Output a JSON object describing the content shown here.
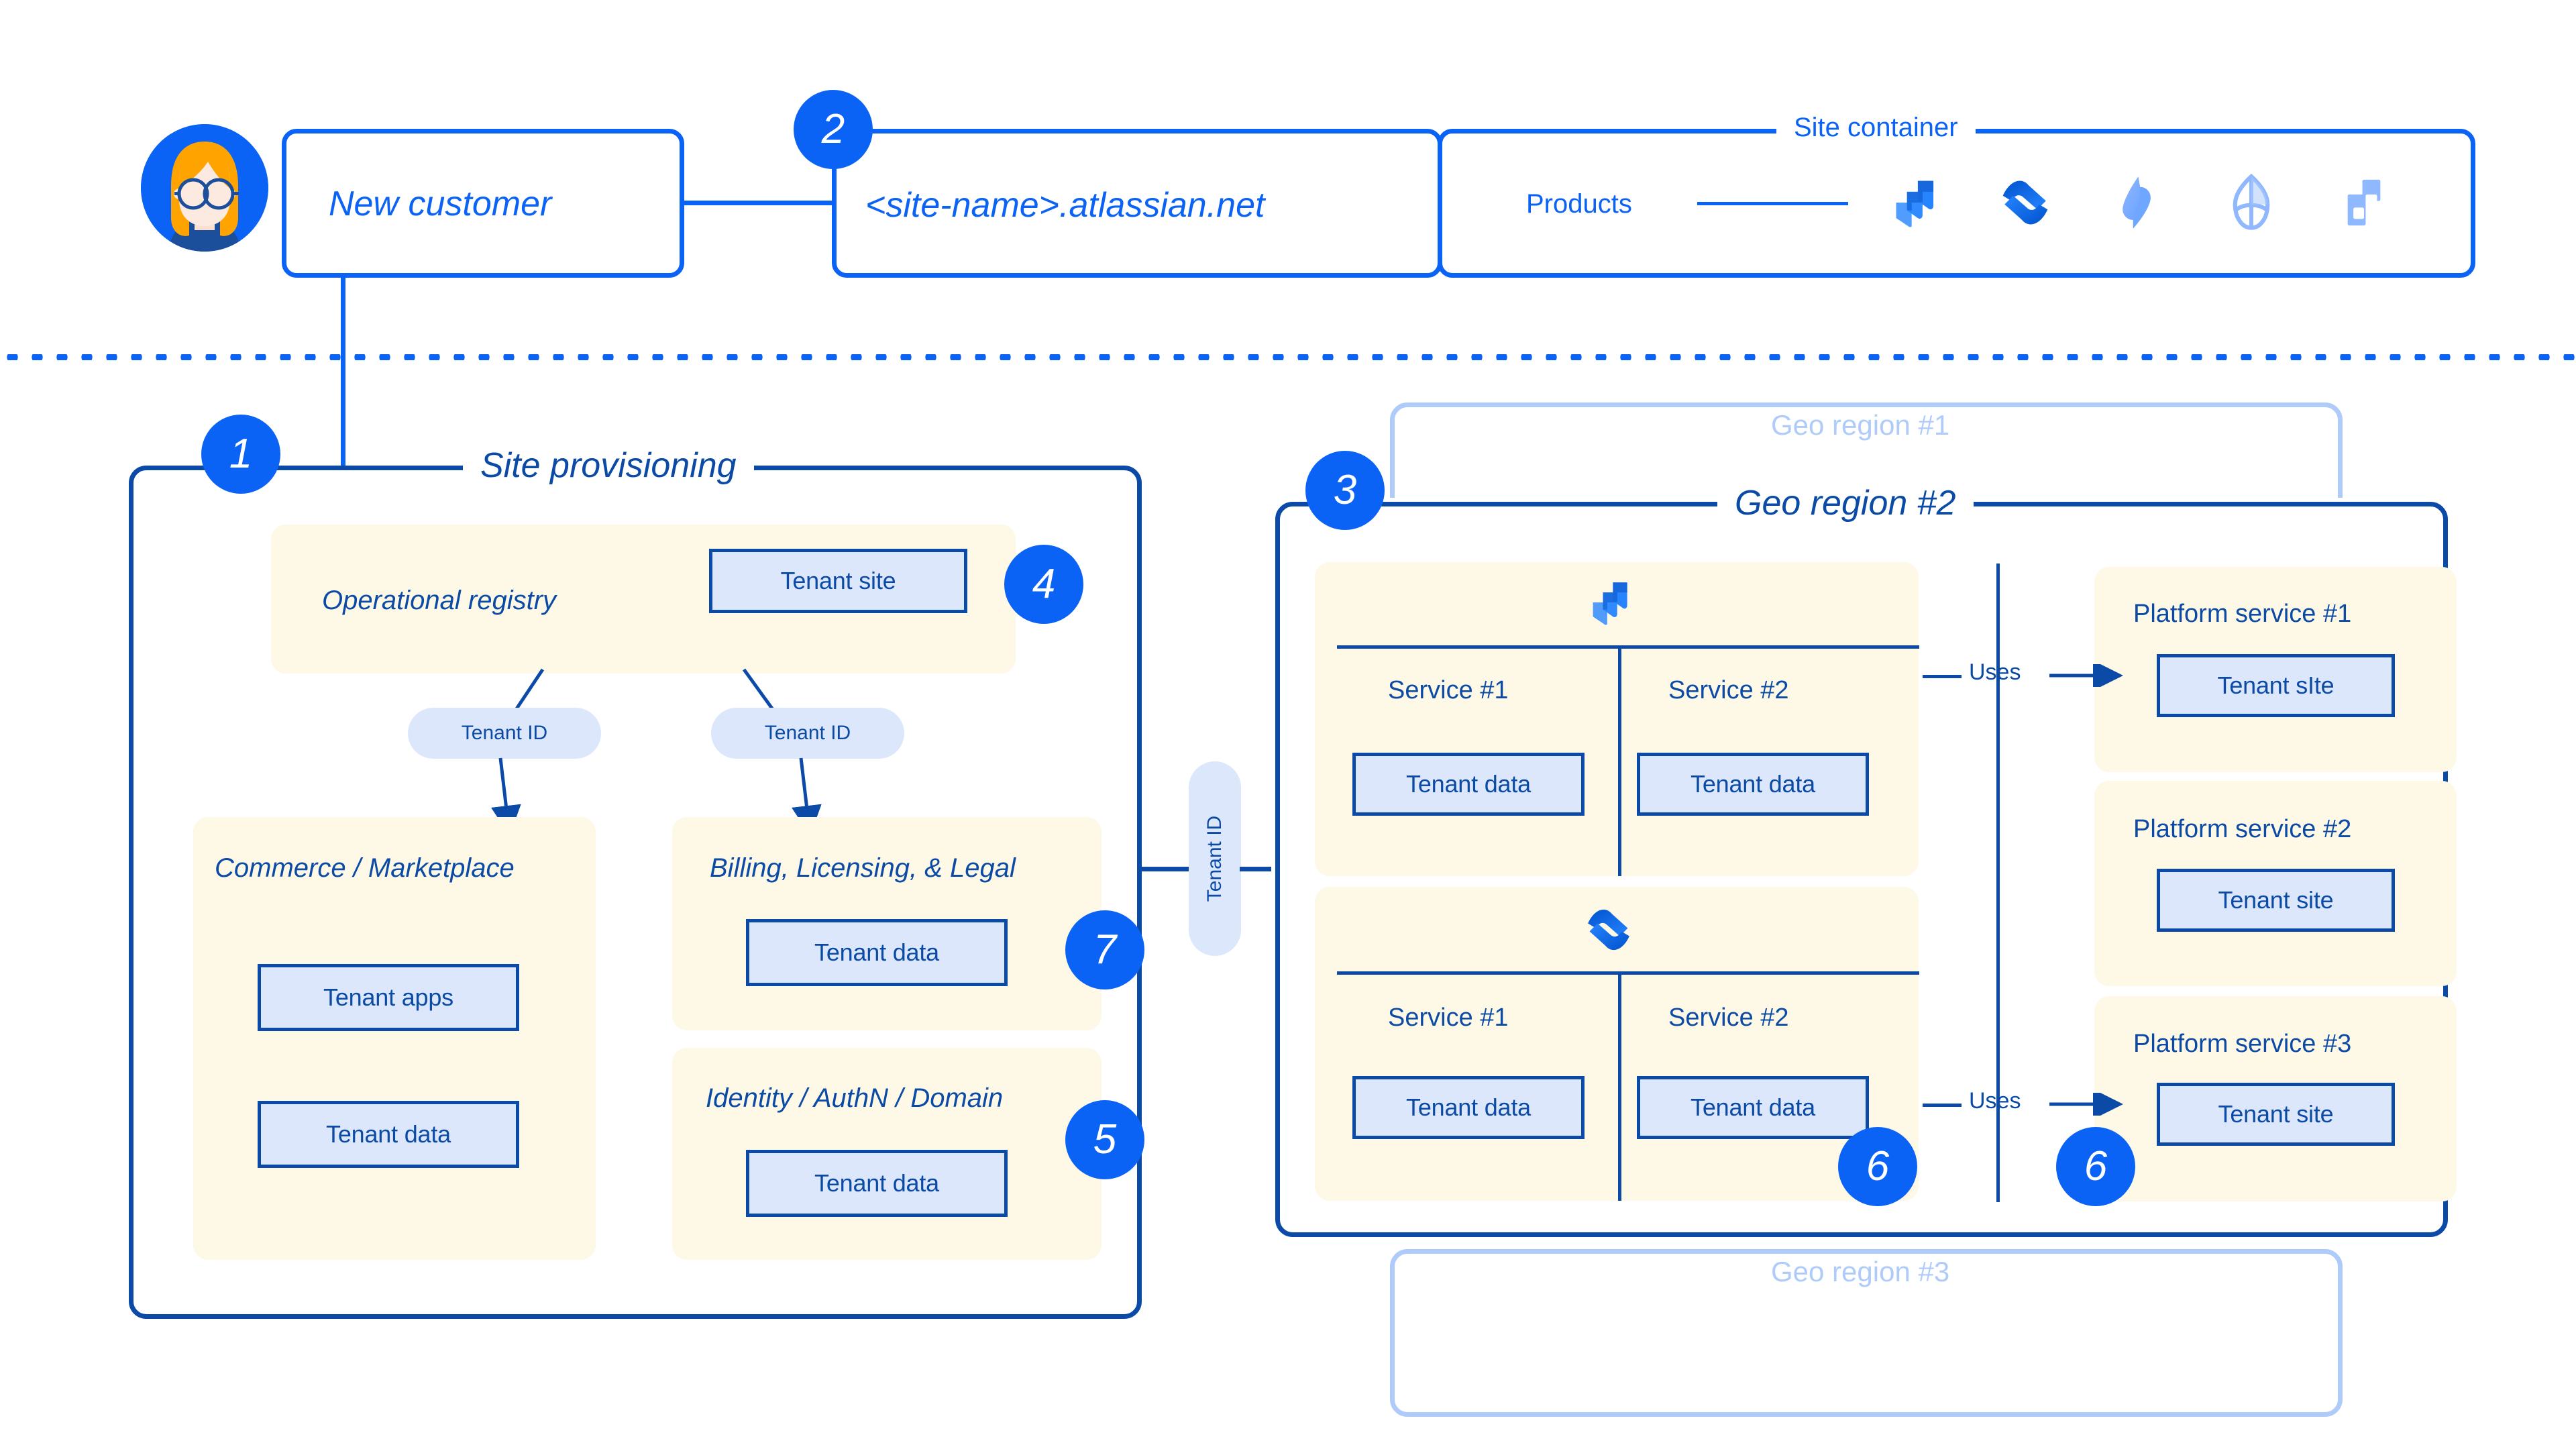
{
  "meta": {
    "diagram_title": "Atlassian cloud multi-tenant site provisioning architecture",
    "colors": {
      "brand_blue": "#0B63F6",
      "navy": "#0C4AA8",
      "cream": "#FEF8E6",
      "pale_blue": "#DCE7FB",
      "faded_blue": "#AECBFA",
      "white": "#FFFFFF"
    }
  },
  "customer": {
    "avatar_icon": "person-avatar-icon",
    "label": "New customer"
  },
  "site_url": {
    "badge": "2",
    "label": "<site-name>.atlassian.net"
  },
  "site_container": {
    "title": "Site container",
    "products_label": "Products",
    "product_icons": [
      {
        "name": "jira-icon",
        "label": "Jira"
      },
      {
        "name": "confluence-icon",
        "label": "Confluence"
      },
      {
        "name": "jira-service-management-icon",
        "label": "Jira Service Management"
      },
      {
        "name": "atlas-icon",
        "label": "Atlas"
      },
      {
        "name": "bitbucket-icon",
        "label": "Bitbucket"
      }
    ]
  },
  "site_provisioning": {
    "badge": "1",
    "title": "Site provisioning",
    "operational_registry": {
      "badge": "4",
      "title": "Operational registry",
      "chip": "Tenant site"
    },
    "tenant_id_left": "Tenant ID",
    "tenant_id_right": "Tenant ID",
    "commerce": {
      "title": "Commerce / Marketplace",
      "chips": [
        "Tenant apps",
        "Tenant data"
      ]
    },
    "billing": {
      "badge": "7",
      "title": "Billing, Licensing, & Legal",
      "chip": "Tenant data"
    },
    "identity": {
      "badge": "5",
      "title": "Identity / AuthN / Domain",
      "chip": "Tenant data"
    }
  },
  "tenant_id_connector": {
    "label": "Tenant ID"
  },
  "geo_region_1": {
    "title": "Geo region #1"
  },
  "geo_region_3": {
    "title": "Geo region #3"
  },
  "geo_region_2": {
    "badge": "3",
    "title": "Geo region #2",
    "product_groups": [
      {
        "icon": "jira-icon",
        "services": [
          {
            "name": "Service #1",
            "chip": "Tenant data"
          },
          {
            "name": "Service #2",
            "chip": "Tenant data"
          }
        ]
      },
      {
        "icon": "confluence-icon",
        "services": [
          {
            "name": "Service #1",
            "chip": "Tenant data"
          },
          {
            "name": "Service #2",
            "chip": "Tenant data"
          }
        ]
      }
    ],
    "uses_label_top": "Uses",
    "uses_label_bottom": "Uses",
    "badge_services": "6",
    "badge_platform": "6",
    "platform_services": [
      {
        "title": "Platform service #1",
        "chip": "Tenant sIte"
      },
      {
        "title": "Platform service #2",
        "chip": "Tenant site"
      },
      {
        "title": "Platform service #3",
        "chip": "Tenant site"
      }
    ]
  }
}
